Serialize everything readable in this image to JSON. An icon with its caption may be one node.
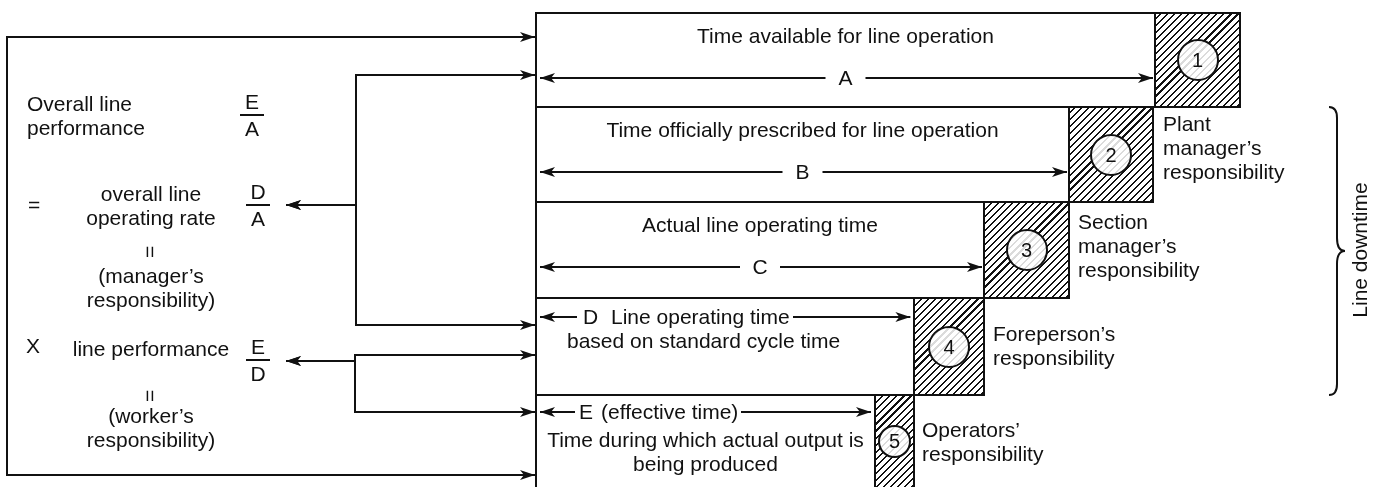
{
  "diagram": {
    "nodes": [
      {
        "text": [
          "Time available for line operation",
          "A"
        ]
      },
      {
        "text": [
          "Time officially prescribed for line operation",
          "B"
        ]
      },
      {
        "text": [
          "Actual line operating time",
          "C"
        ]
      },
      {
        "text": [
          "D",
          "Line operating time based on standard cycle time"
        ]
      },
      {
        "text": [
          "E",
          "(effective time)",
          "Time during which actual output is being produced"
        ]
      },
      {
        "text": [
          "1"
        ]
      },
      {
        "text": [
          "2"
        ],
        "beside": [
          "Plant manager’s responsibility"
        ]
      },
      {
        "text": [
          "3"
        ],
        "beside": [
          "Section manager’s responsibility"
        ]
      },
      {
        "text": [
          "4"
        ],
        "beside": [
          "Foreperson’s responsibility"
        ]
      },
      {
        "text": [
          "5"
        ],
        "beside": [
          "Operators’ responsibility"
        ]
      },
      {
        "text": [
          "Overall line performance",
          "E",
          "A"
        ]
      },
      {
        "text": [
          "overall line operating rate",
          "D",
          "A"
        ]
      },
      {
        "text": [
          "line performance",
          "E",
          "D"
        ]
      }
    ],
    "edges": [
      {
        "from": 0,
        "to": 4,
        "arrow": "both"
      },
      {
        "from": 11,
        "to": 0,
        "arrow": "both"
      },
      {
        "from": 11,
        "to": 3,
        "arrow": "both"
      },
      {
        "from": 12,
        "to": 3,
        "arrow": "both"
      },
      {
        "from": 12,
        "to": 4,
        "arrow": "both"
      }
    ],
    "labels": [
      "=",
      "=",
      "(manager’s responsibility)",
      "X",
      "=",
      "(worker’s responsibility)",
      "Line downtime"
    ]
  }
}
